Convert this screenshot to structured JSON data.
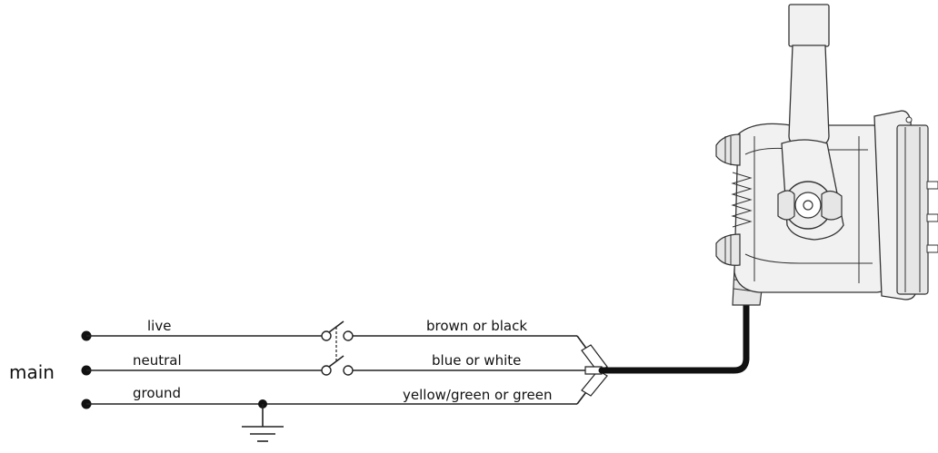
{
  "diagram": {
    "supply_label": "main",
    "input_lines": [
      "live",
      "neutral",
      "ground"
    ],
    "output_wires": [
      "brown or black",
      "blue or white",
      "yellow/green or green"
    ],
    "colors": {
      "line": "#222222",
      "cable": "#111111",
      "device_fill": "#f1f1f1",
      "device_stroke": "#333333"
    },
    "icons": {
      "switch": "double-pole-switch-icon",
      "ground": "ground-symbol-icon",
      "terminal": "terminal-dot-icon"
    }
  }
}
